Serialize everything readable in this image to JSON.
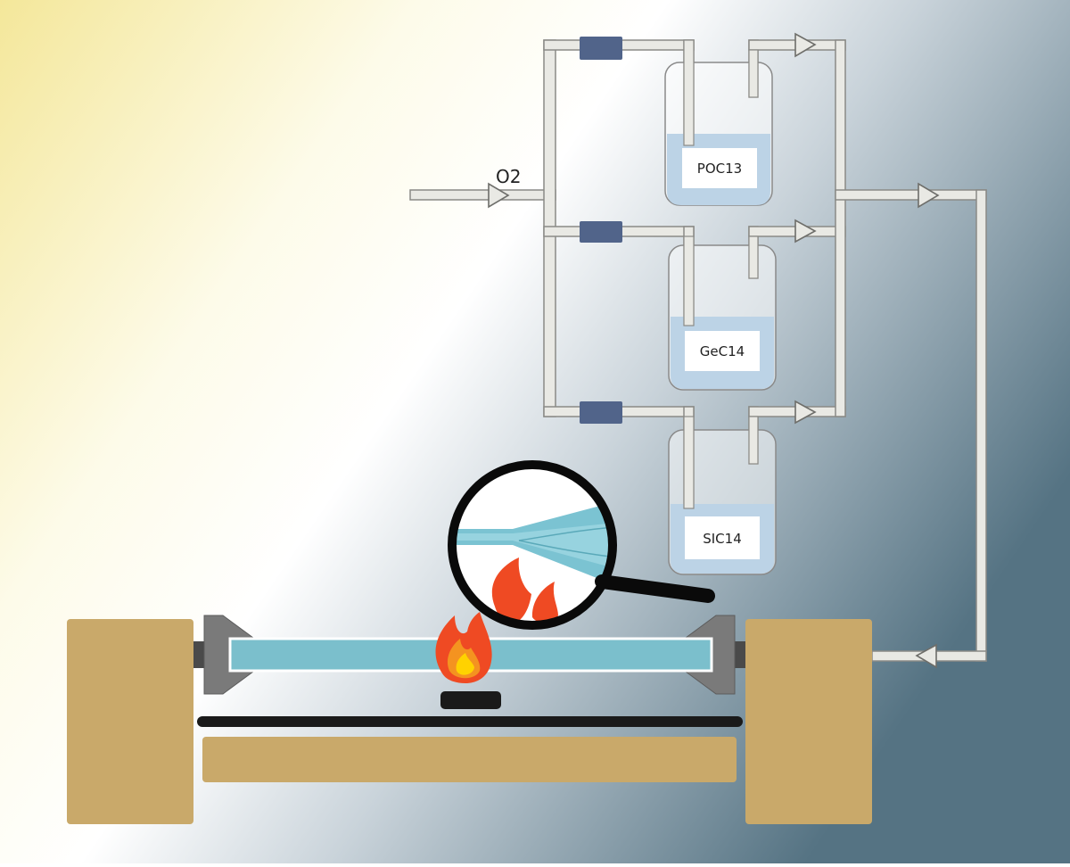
{
  "diagram": {
    "gas_label": "O2",
    "bubblers": [
      {
        "label": "POC13"
      },
      {
        "label": "GeC14"
      },
      {
        "label": "SIC14"
      }
    ]
  },
  "colors": {
    "background_left": "#f4e79a",
    "background_mid": "#ffffff",
    "background_right": "#5a7888",
    "pipe_fill": "#e9e9e4",
    "pipe_stroke": "#8a8a86",
    "valve": "#51648a",
    "liquid": "#bcd3e6",
    "glass_tube": "#7bbfcc",
    "support_wood": "#c9a96a",
    "chuck": "#7a7a7a",
    "flame_outer": "#ef4a23",
    "flame_inner": "#ffd200",
    "rail": "#1a1a1a"
  }
}
